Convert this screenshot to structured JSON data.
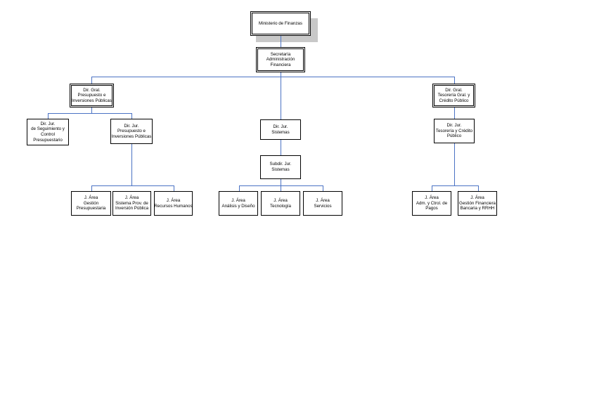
{
  "colors": {
    "connector": "#4a72c4",
    "border": "#000000",
    "shadow": "#c8c8c8"
  },
  "nodes": {
    "ministerio": {
      "lines": [
        "Ministerio de Finanzas"
      ]
    },
    "secretaria": {
      "lines": [
        "Secretaría",
        "Administración",
        "Financiera"
      ]
    },
    "dir_presupuesto": {
      "lines": [
        "Dir. Gral.",
        "Presupuesto e",
        "Inversiones Públicas"
      ]
    },
    "dir_tesoreria": {
      "lines": [
        "Dir. Gral.",
        "Tesorería Gral. y",
        "Crédito Público"
      ]
    },
    "dir_jur_seguimiento": {
      "lines": [
        "Dir. Jur.",
        "de Seguimiento y",
        "Control",
        "Presupuestario"
      ]
    },
    "dir_jur_presupuesto": {
      "lines": [
        "Dir. Jur.",
        "Presupuesto e",
        "Inversiones Públicas"
      ]
    },
    "dir_jur_sistemas": {
      "lines": [
        "Dir. Jur.",
        "Sistemas"
      ]
    },
    "dir_jur_tesoreria": {
      "lines": [
        "Dir. Jur.",
        "Tesorería y Crédito",
        "Público"
      ]
    },
    "subdir_sistemas": {
      "lines": [
        "Subdir. Jur.",
        "Sistemas"
      ]
    },
    "area_gestion_presupuestaria": {
      "lines": [
        "J. Área",
        "Gestión",
        "Presupuestaria"
      ]
    },
    "area_sistema_inversion": {
      "lines": [
        "J. Área",
        "Sistema Prov. de",
        "Inversión Pública"
      ]
    },
    "area_rrhh": {
      "lines": [
        "J. Área",
        "Recursos Humanos"
      ]
    },
    "area_analisis": {
      "lines": [
        "J. Área",
        "Análisis y Diseño"
      ]
    },
    "area_tecnologia": {
      "lines": [
        "J. Área",
        "Tecnología"
      ]
    },
    "area_servicios": {
      "lines": [
        "J. Área",
        "Servicios"
      ]
    },
    "area_pagos": {
      "lines": [
        "J. Área",
        "Adm. y Ctrol. de",
        "Pagos"
      ]
    },
    "area_gestion_financiera": {
      "lines": [
        "J. Área",
        "Gestión Financiera",
        "Bancaria y RRHH"
      ]
    }
  }
}
